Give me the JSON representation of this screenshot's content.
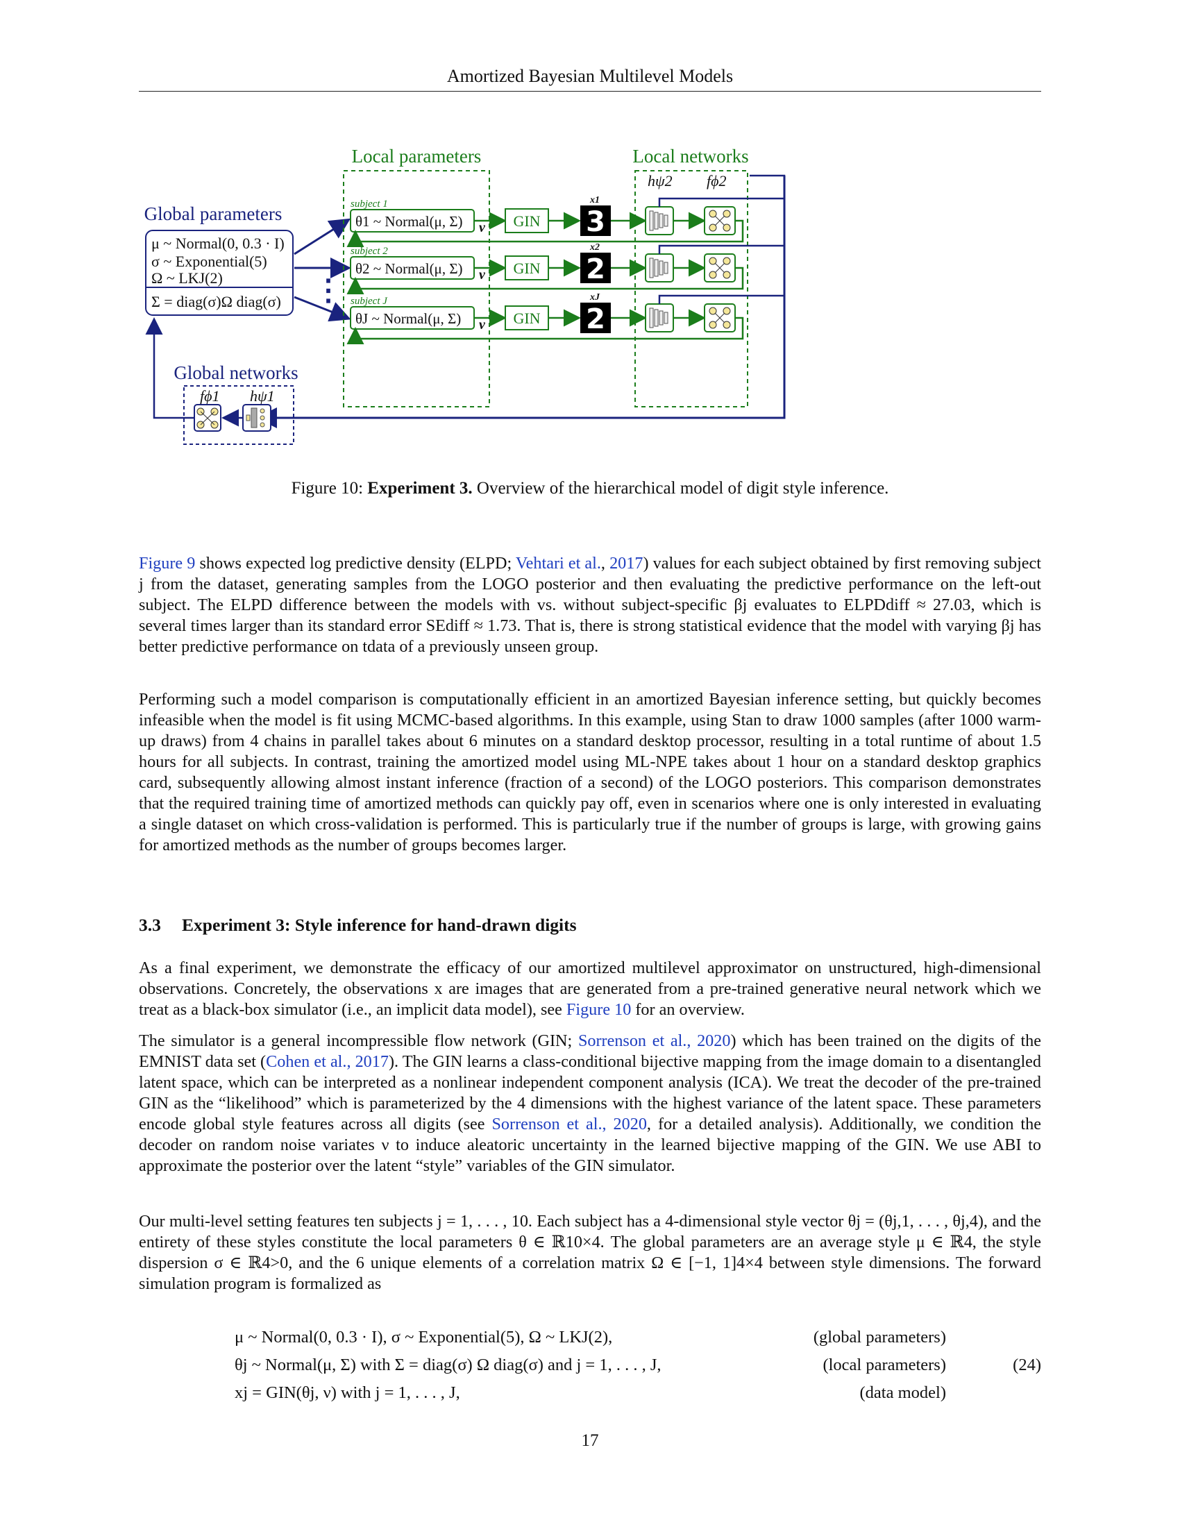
{
  "header": {
    "title": "Amortized Bayesian Multilevel Models"
  },
  "figure": {
    "global": {
      "title": "Global parameters",
      "lines": [
        "μ ~ Normal(0, 0.3 · I)",
        "σ ~ Exponential(5)",
        "Ω ~ LKJ(2)"
      ],
      "derived": "Σ = diag(σ)Ω diag(σ)"
    },
    "local": {
      "title": "Local parameters",
      "subjects": [
        {
          "label": "subject 1",
          "formula": "θ1 ~ Normal(μ, Σ)",
          "x": "x1",
          "digit": "3"
        },
        {
          "label": "subject 2",
          "formula": "θ2 ~ Normal(μ, Σ)",
          "x": "x2",
          "digit": "2"
        },
        {
          "label": "subject J",
          "formula": "θJ ~ Normal(μ, Σ)",
          "x": "xJ",
          "digit": "2"
        }
      ]
    },
    "nu": "ν",
    "gin": "GIN",
    "local_networks": {
      "title": "Local networks",
      "h": "hψ2",
      "f": "fϕ2"
    },
    "global_networks": {
      "title": "Global networks",
      "f": "fϕ1",
      "h": "hψ1"
    },
    "ellipsis": "⋮"
  },
  "caption": {
    "label": "Figure 10:",
    "bold": "Experiment 3.",
    "text": "Overview of the hierarchical model of digit style inference."
  },
  "para1": {
    "link1": "Figure 9",
    "t1": " shows expected log predictive density (ELPD; ",
    "cite": "Vehtari et al.",
    "t2": ", ",
    "year": "2017",
    "t3": ") values for each subject obtained by first removing subject j from the dataset, generating samples from the LOGO posterior and then evaluating the predictive performance on the left-out subject. The ELPD difference between the models with vs. without subject-specific βj evaluates to ELPDdiff ≈ 27.03, which is several times larger than its standard error SEdiff ≈ 1.73. That is, there is strong statistical evidence that the model with varying βj has better predictive performance on tdata of a previously unseen group."
  },
  "para2": "Performing such a model comparison is computationally efficient in an amortized Bayesian inference setting, but quickly becomes infeasible when the model is fit using MCMC-based algorithms. In this example, using Stan to draw 1000 samples (after 1000 warm-up draws) from 4 chains in parallel takes about 6 minutes on a standard desktop processor, resulting in a total runtime of about 1.5 hours for all subjects. In contrast, training the amortized model using ML-NPE takes about 1 hour on a standard desktop graphics card, subsequently allowing almost instant inference (fraction of a second) of the LOGO posteriors. This comparison demonstrates that the required training time of amortized methods can quickly pay off, even in scenarios where one is only interested in evaluating a single dataset on which cross-validation is performed. This is particularly true if the number of groups is large, with growing gains for amortized methods as the number of groups becomes larger.",
  "section": {
    "number": "3.3",
    "title": "Experiment 3: Style inference for hand-drawn digits"
  },
  "para3": {
    "t1": "As a final experiment, we demonstrate the efficacy of our amortized multilevel approximator on unstructured, high-dimensional observations. Concretely, the observations x are images that are generated from a pre-trained generative neural network which we treat as a black-box simulator (i.e., an implicit data model), see ",
    "link": "Figure 10",
    "t2": " for an overview."
  },
  "para4": {
    "t1": "The simulator is a general incompressible flow network (GIN; ",
    "cite1": "Sorrenson et al., 2020",
    "t2": ") which has been trained on the digits of the EMNIST data set (",
    "cite2": "Cohen et al., 2017",
    "t3": "). The GIN learns a class-conditional bijective mapping from the image domain to a disentangled latent space, which can be interpreted as a nonlinear independent component analysis (ICA). We treat the decoder of the pre-trained GIN as the “likelihood” which is parameterized by the 4 dimensions with the highest variance of the latent space. These parameters encode global style features across all digits (see ",
    "cite3": "Sorrenson et al., 2020",
    "t4": ", for a detailed analysis). Additionally, we condition the decoder on random noise variates ν to induce aleatoric uncertainty in the learned bijective mapping of the GIN. We use ABI to approximate the posterior over the latent “style” variables of the GIN simulator."
  },
  "para5": "Our multi-level setting features ten subjects j = 1, . . . , 10. Each subject has a 4-dimensional style vector θj = (θj,1, . . . , θj,4), and the entirety of these styles constitute the local parameters θ ∈ ℝ10×4. The global parameters are an average style μ ∈ ℝ4, the style dispersion σ ∈ ℝ4>0, and the 6 unique elements of a correlation matrix Ω ∈ [−1, 1]4×4 between style dimensions. The forward simulation program is formalized as",
  "equation": {
    "line1": "μ ~ Normal(0, 0.3 · I),    σ ~ Exponential(5),    Ω ~ LKJ(2),",
    "tag1": "(global parameters)",
    "line2": "θj ~ Normal(μ, Σ)    with Σ = diag(σ) Ω diag(σ) and j = 1, . . . , J,",
    "tag2": "(local parameters)",
    "line3": "xj = GIN(θj, ν) with j = 1, . . . , J,",
    "tag3": "(data model)",
    "number": "(24)"
  },
  "page_number": "17"
}
